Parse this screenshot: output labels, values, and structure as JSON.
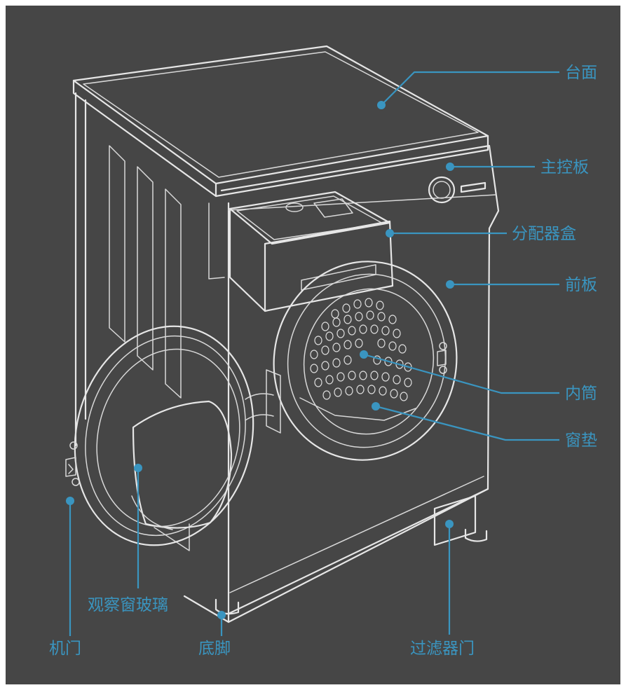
{
  "labels": {
    "countertop": "台面",
    "control_panel": "主控板",
    "dispenser_box": "分配器盒",
    "front_panel": "前板",
    "inner_drum": "内筒",
    "window_gasket": "窗垫",
    "viewing_glass": "观察窗玻璃",
    "door": "机门",
    "foot": "底脚",
    "filter_door": "过滤器门"
  },
  "colors": {
    "background": "#464646",
    "line_art": "#e6e6e6",
    "accent": "#3a95c0"
  }
}
